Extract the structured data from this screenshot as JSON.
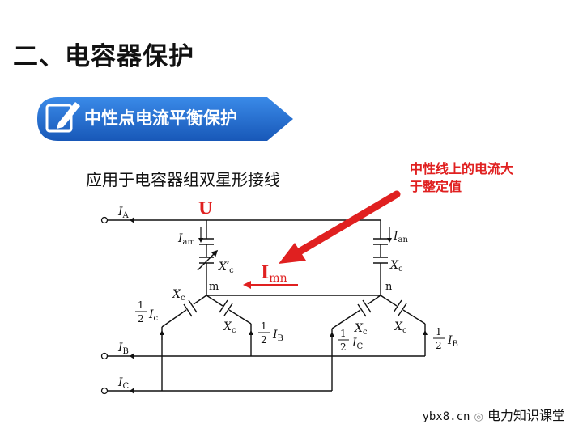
{
  "slide": {
    "title": "二、电容器保护",
    "subtitle": "中性点电流平衡保护",
    "caption": "应用于电容器组双星形接线",
    "note": "中性线上的电流大于整定值",
    "watermark_site": "ybx8.cn",
    "watermark_name": "电力知识课堂"
  },
  "diagram": {
    "labels": {
      "ia_I": "I",
      "ia_sub": "A",
      "ib_I": "I",
      "ib_sub": "B",
      "ic_I": "I",
      "ic_sub": "C",
      "U": "U",
      "iam_I": "I",
      "iam_sub": "am",
      "ian_I": "I",
      "ian_sub": "an",
      "imn_I": "I",
      "imn_sub": "mn",
      "xc_prime": "X′",
      "xc_X": "X",
      "xc_sub": "c",
      "m": "m",
      "n": "n",
      "half_num": "1",
      "half_den": "2",
      "left_ic_I": "I",
      "left_ic_sub": "c",
      "left_ib_I": "I",
      "left_ib_sub": "B",
      "right_ic_I": "I",
      "right_ic_sub": "C",
      "right_ib_I": "I",
      "right_ib_sub": "B"
    }
  },
  "colors": {
    "banner": "#1e6fd0",
    "accent_red": "#e02020",
    "line": "#111111"
  }
}
